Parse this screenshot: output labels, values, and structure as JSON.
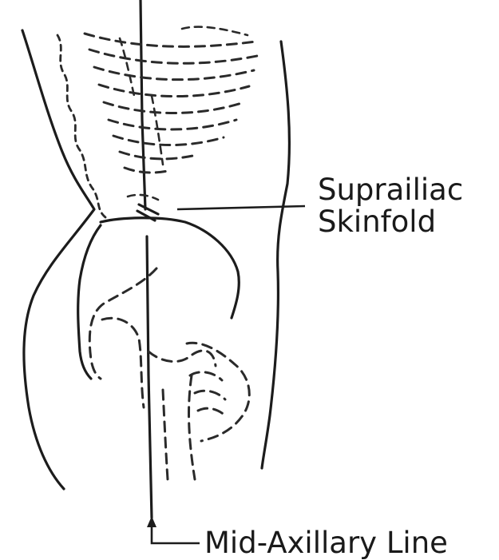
{
  "labels": {
    "suprailiac_line1": "Suprailiac",
    "suprailiac_line2": "Skinfold",
    "midaxillary": "Mid-Axillary Line"
  }
}
